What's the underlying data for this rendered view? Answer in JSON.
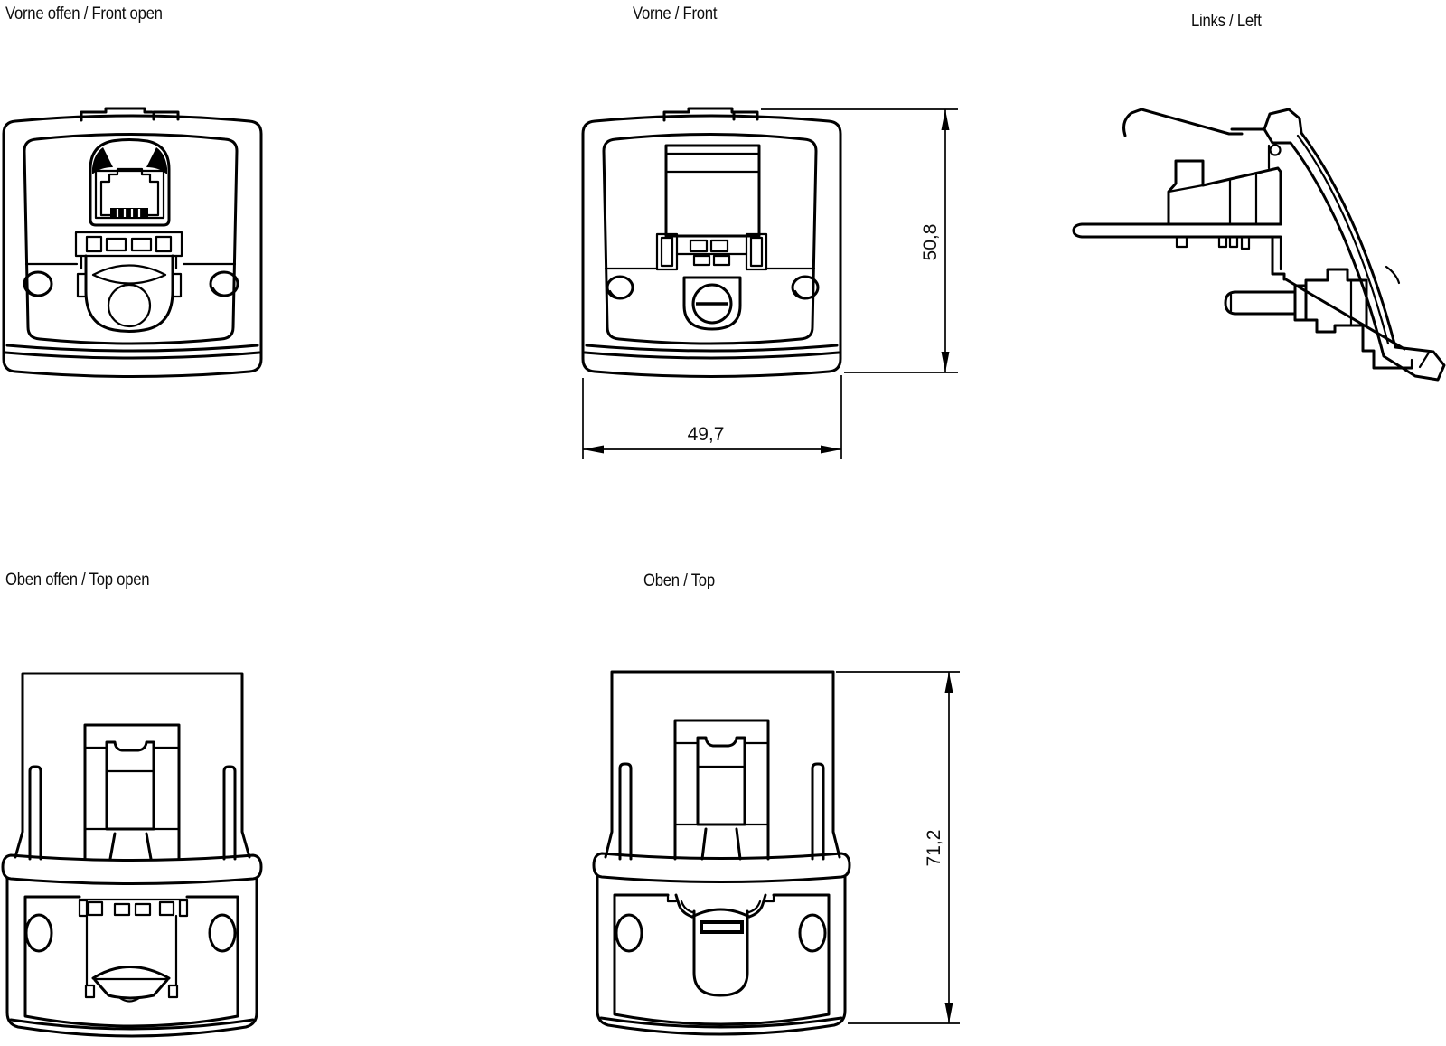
{
  "page": {
    "background": "#ffffff",
    "line_color": "#000000"
  },
  "views": {
    "front_open": {
      "label": "Vorne offen / Front open"
    },
    "front": {
      "label": "Vorne / Front"
    },
    "left": {
      "label": "Links / Left"
    },
    "top_open": {
      "label": "Oben offen / Top open"
    },
    "top": {
      "label": "Oben / Top"
    }
  },
  "dimensions": {
    "front_height_mm": "50,8",
    "front_width_mm": "49,7",
    "top_depth_mm": "71,2"
  }
}
